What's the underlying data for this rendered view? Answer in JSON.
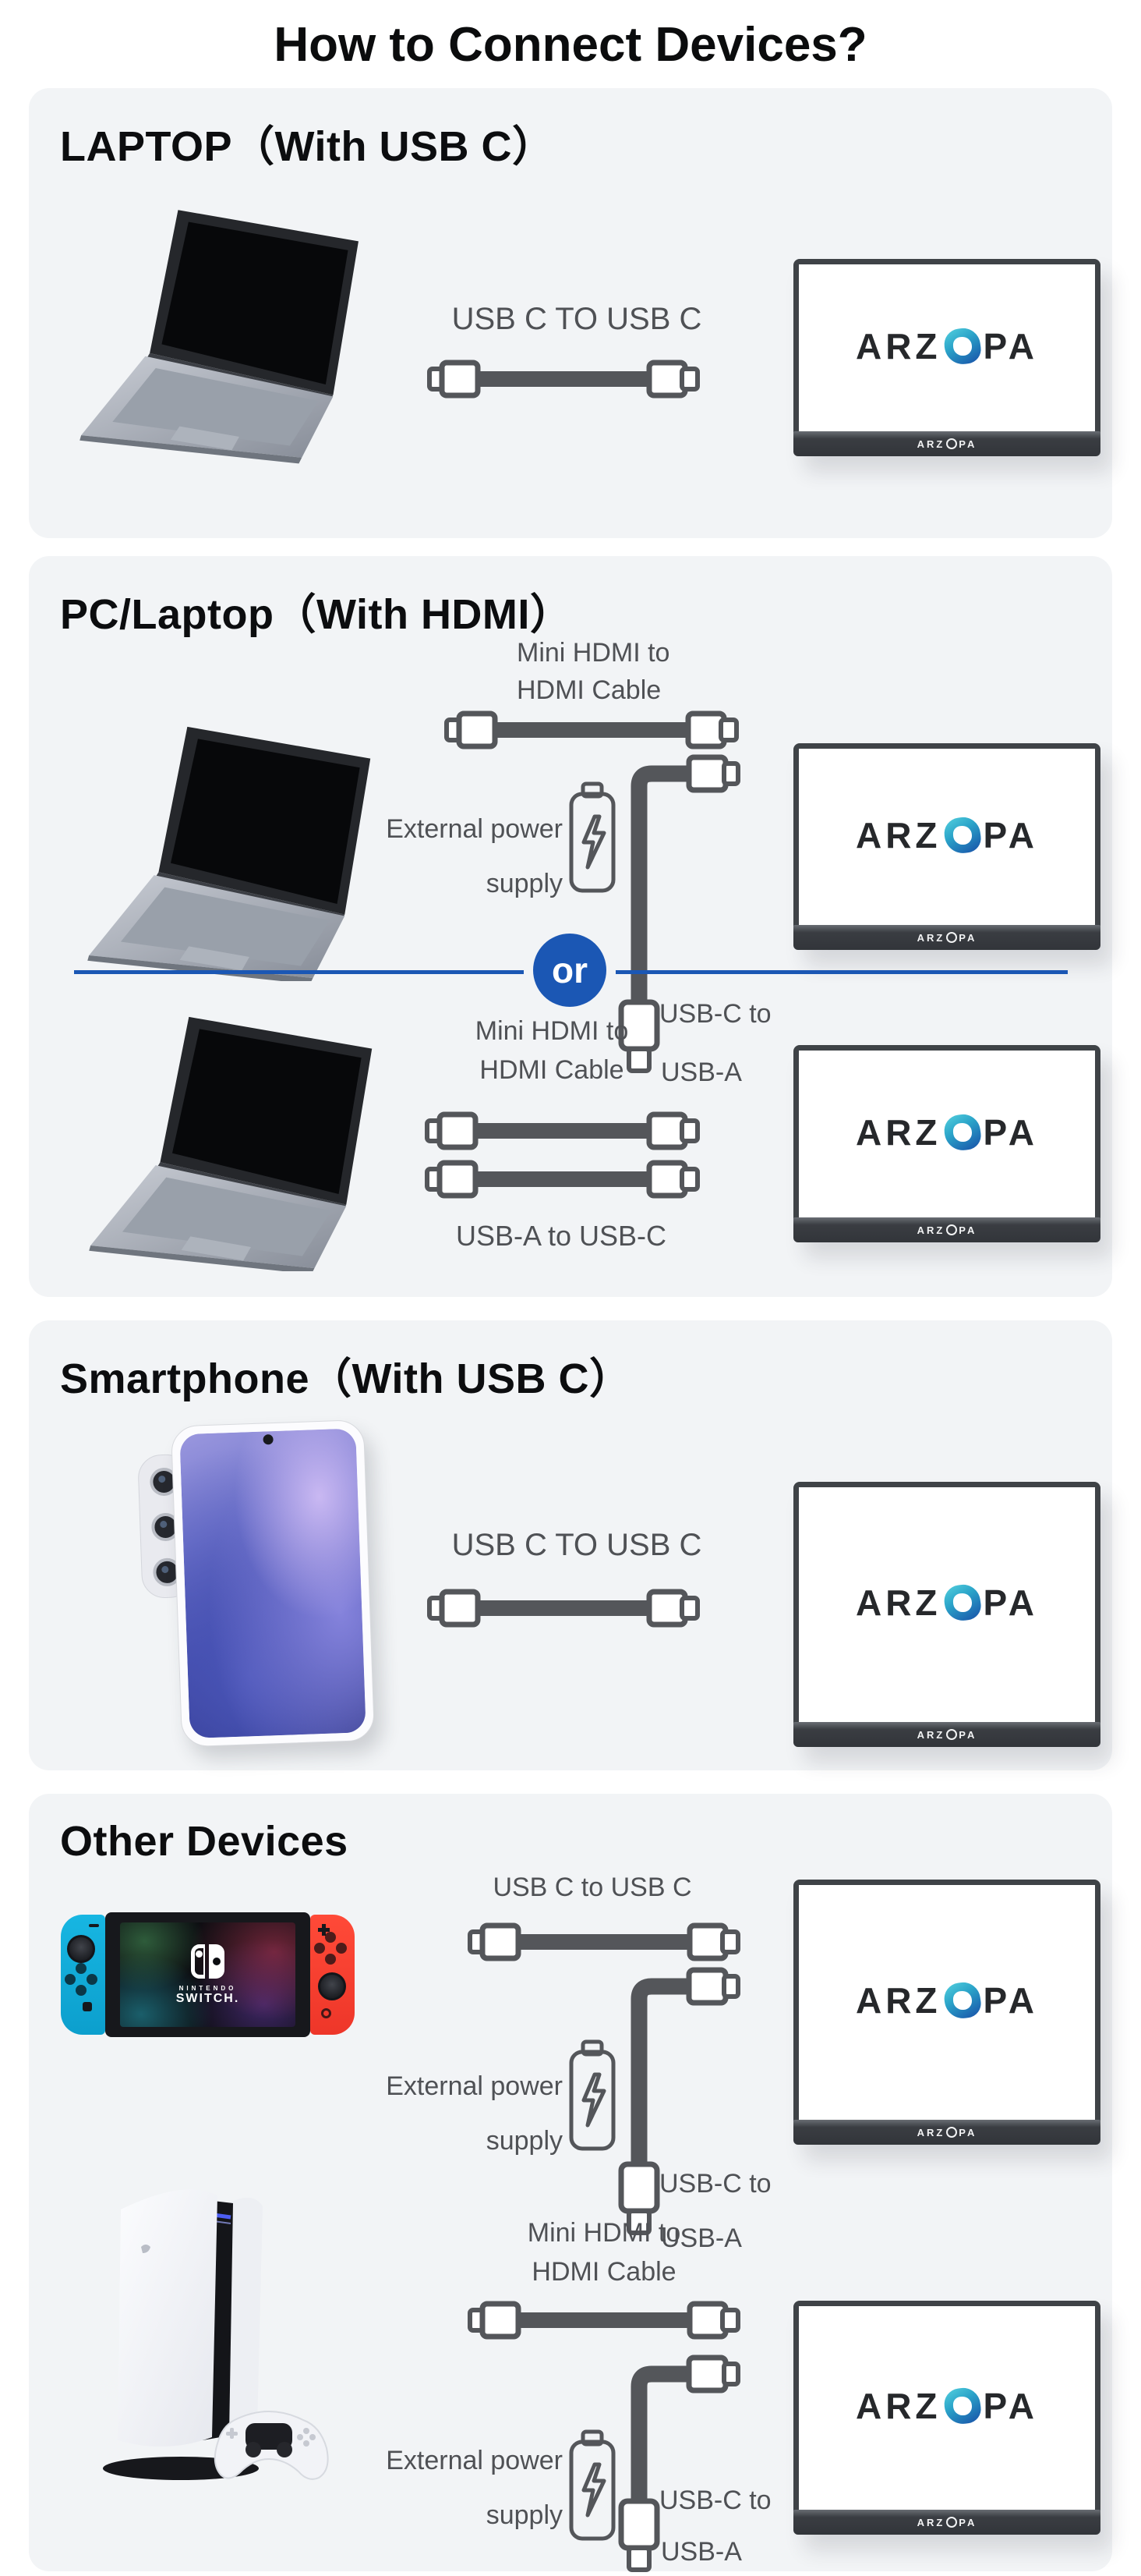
{
  "title": "How to Connect Devices?",
  "brand": {
    "logo_left": "ARZ",
    "logo_right": "PA",
    "full": "ARZOPA"
  },
  "divider": "or",
  "sections": [
    {
      "heading": "LAPTOP（With USB C）",
      "cable_label": "USB C TO USB C"
    },
    {
      "heading": "PC/Laptop（With HDMI）",
      "row1": {
        "cable_label_line1": "Mini HDMI to",
        "cable_label_line2": "HDMI Cable",
        "power_label_line1": "External power",
        "power_label_line2": "supply",
        "adapter_label_line1": "USB-C to",
        "adapter_label_line2": "USB-A"
      },
      "row2": {
        "cable_label_line1": "Mini HDMI to",
        "cable_label_line2": "HDMI Cable",
        "adapter_label": "USB-A to USB-C"
      }
    },
    {
      "heading": "Smartphone（With USB C）",
      "cable_label": "USB C TO USB C"
    },
    {
      "heading": "Other Devices",
      "row1": {
        "cable_label": "USB C to USB C",
        "power_label_line1": "External power",
        "power_label_line2": "supply",
        "adapter_label_line1": "USB-C to",
        "adapter_label_line2": "USB-A"
      },
      "row2": {
        "cable_label_line1": "Mini HDMI to",
        "cable_label_line2": "HDMI Cable",
        "power_label_line1": "External power",
        "power_label_line2": "supply",
        "adapter_label_line1": "USB-C to",
        "adapter_label_line2": "USB-A"
      }
    }
  ],
  "switch_device": {
    "brand_line1": "NINTENDO",
    "brand_line2": "SWITCH."
  },
  "colors": {
    "accent_blue": "#1b57b4",
    "card_bg": "#f2f4f6",
    "cable_gray": "#54565a",
    "label_gray": "#4f5155",
    "joycon_blue": "#14b4e0",
    "joycon_red": "#ff4334",
    "logo_gradient_top": "#4ecadb",
    "logo_gradient_bottom": "#1b5fae"
  }
}
